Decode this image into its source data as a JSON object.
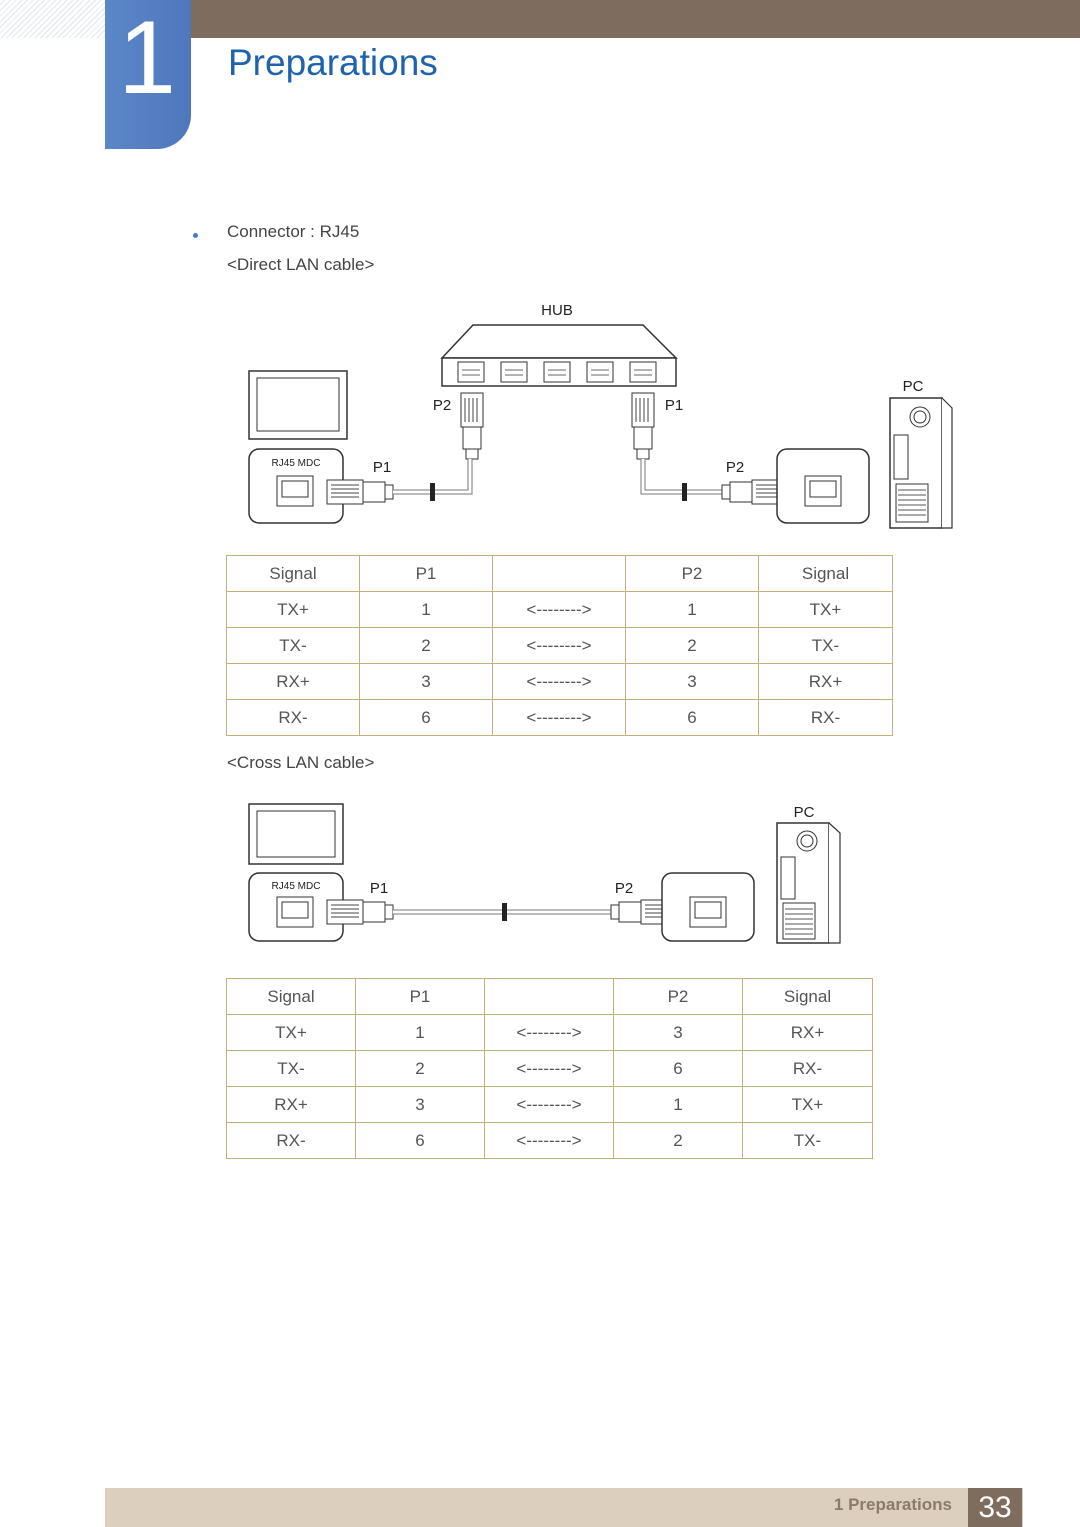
{
  "chapter": {
    "number": "1",
    "title": "Preparations"
  },
  "content": {
    "connector": "Connector : RJ45",
    "direct_heading": "<Direct LAN cable>",
    "cross_heading": "<Cross LAN cable>"
  },
  "diagram_direct": {
    "hub_label": "HUB",
    "pc_label": "PC",
    "port_label": "RJ45 MDC",
    "p2_hub_left": "P2",
    "p1_hub_right": "P1",
    "p1_display": "P1",
    "p2_pc": "P2"
  },
  "diagram_cross": {
    "pc_label": "PC",
    "port_label": "RJ45 MDC",
    "p1": "P1",
    "p2": "P2"
  },
  "table_direct": {
    "header": [
      "Signal",
      "P1",
      "",
      "P2",
      "Signal"
    ],
    "rows": [
      [
        "TX+",
        "1",
        "<-------->",
        "1",
        "TX+"
      ],
      [
        "TX-",
        "2",
        "<-------->",
        "2",
        "TX-"
      ],
      [
        "RX+",
        "3",
        "<-------->",
        "3",
        "RX+"
      ],
      [
        "RX-",
        "6",
        "<-------->",
        "6",
        "RX-"
      ]
    ]
  },
  "table_cross": {
    "header": [
      "Signal",
      "P1",
      "",
      "P2",
      "Signal"
    ],
    "rows": [
      [
        "TX+",
        "1",
        "<-------->",
        "3",
        "RX+"
      ],
      [
        "TX-",
        "2",
        "<-------->",
        "6",
        "RX-"
      ],
      [
        "RX+",
        "3",
        "<-------->",
        "1",
        "TX+"
      ],
      [
        "RX-",
        "6",
        "<-------->",
        "2",
        "TX-"
      ]
    ]
  },
  "footer": {
    "label": "1 Preparations",
    "page": "33"
  }
}
